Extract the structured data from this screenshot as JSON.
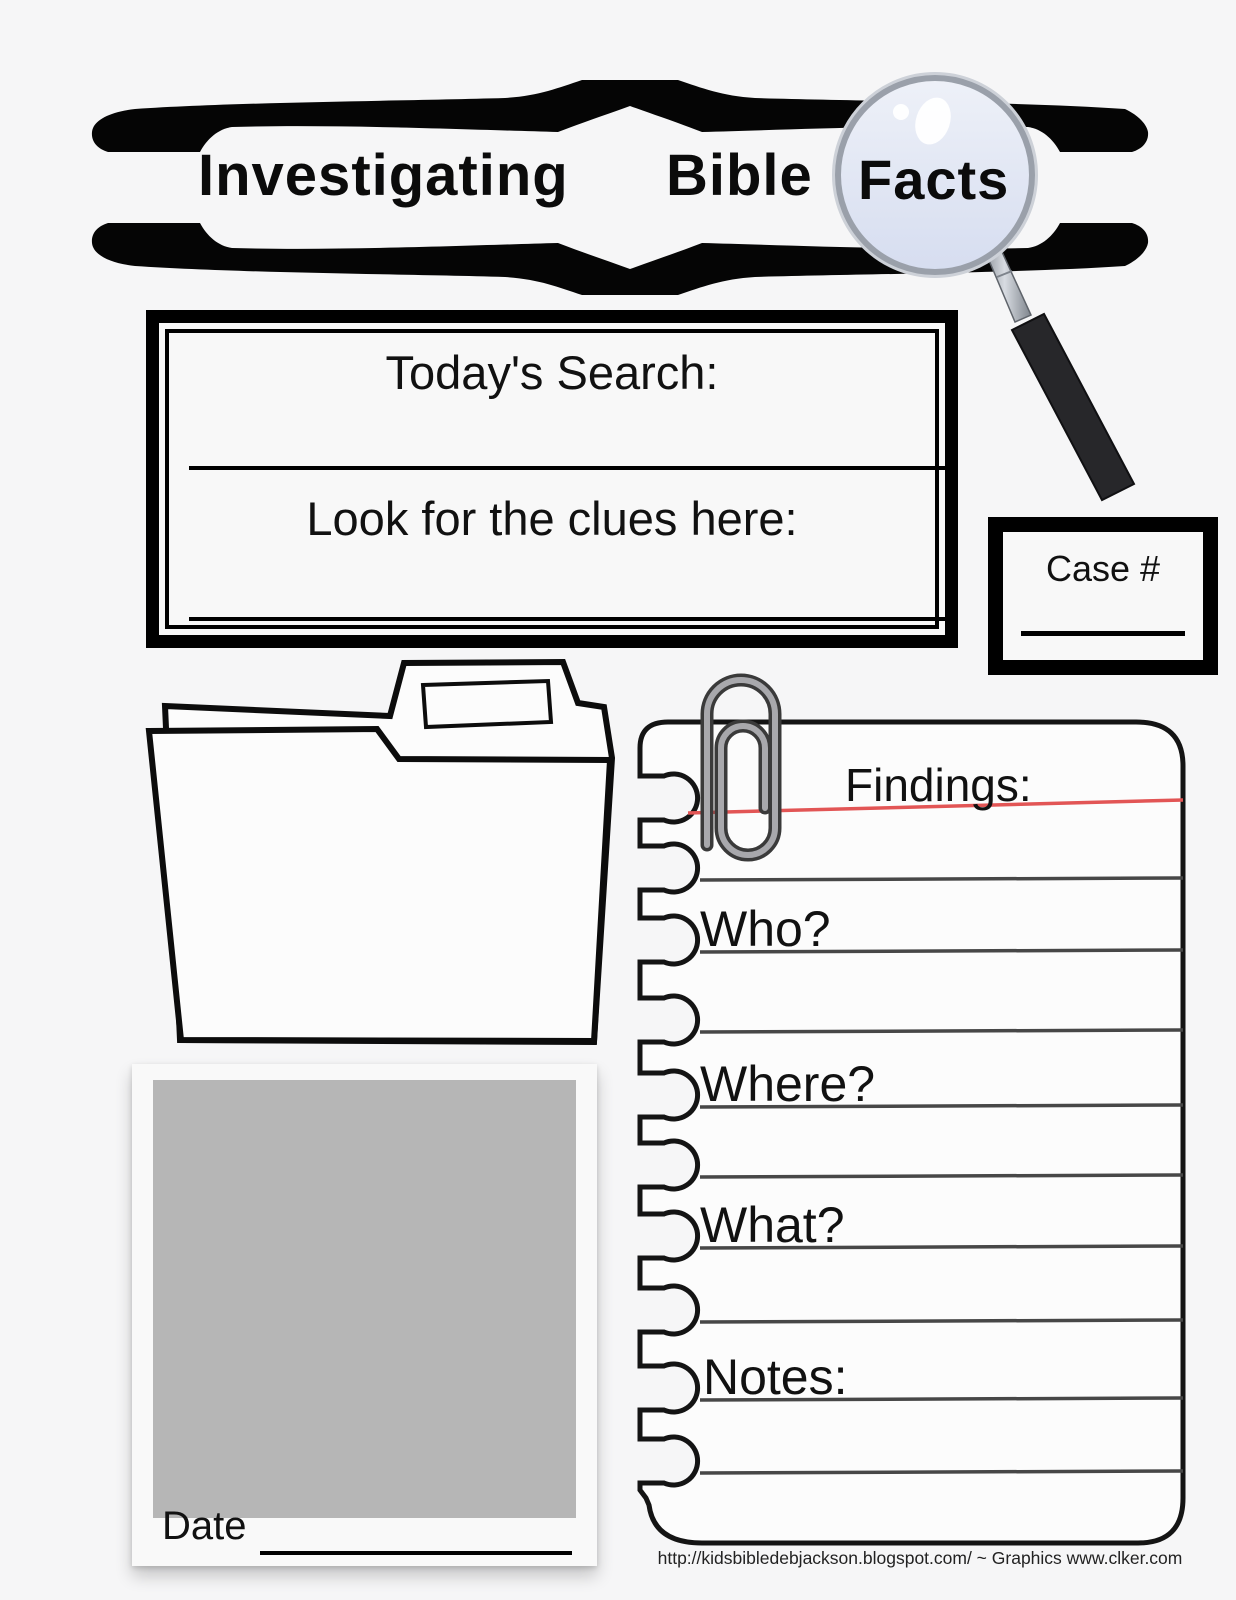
{
  "banner": {
    "title_word1": "Investigating",
    "title_word2": "Bible",
    "title_word3": "Facts"
  },
  "search_box": {
    "heading": "Today's Search:",
    "sub_heading": "Look for the clues here:"
  },
  "case_box": {
    "label": "Case #"
  },
  "notebook": {
    "labels": {
      "findings": "Findings:",
      "who": "Who?",
      "where": "Where?",
      "what": "What?",
      "notes": "Notes:"
    }
  },
  "polaroid": {
    "date_label": "Date"
  },
  "footer": {
    "credit": "http://kidsbibledebjackson.blogspot.com/ ~ Graphics www.clker.com"
  },
  "colors": {
    "ink": "#0a0a0a",
    "ruled_line": "#474747",
    "red_margin_line": "#e25555",
    "photo_gray": "#b6b6b6",
    "lens_fill_top": "#eef1f8",
    "lens_fill_bottom": "#d6ddf0",
    "handle": "#27272a",
    "shaft_silver": "#c9cdd4"
  }
}
